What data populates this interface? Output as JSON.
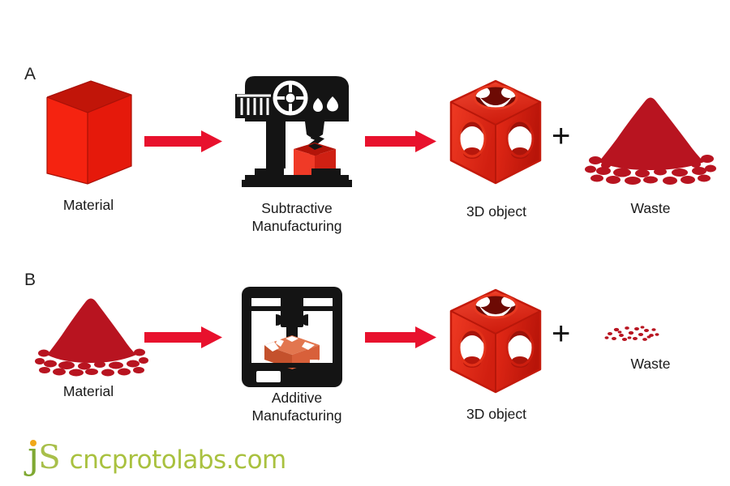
{
  "figure": {
    "background": "#ffffff",
    "accent_red": "#e8112d",
    "object_red": "#ea2318",
    "powder_red": "#b81420",
    "machine_black": "#1a1a1a",
    "print_orange": "#d96036",
    "text_color": "#1a1a1a"
  },
  "rows": [
    {
      "id": "row-a",
      "label": "A",
      "steps": [
        {
          "name": "material-block",
          "icon": "solid-cube-icon",
          "caption": "Material"
        },
        {
          "name": "subtractive-machine",
          "icon": "cnc-milling-machine-icon",
          "caption": "Subtractive\nManufacturing"
        },
        {
          "name": "output-object",
          "icon": "holed-cube-icon",
          "caption": "3D object"
        },
        {
          "name": "waste-output",
          "icon": "large-powder-pile-icon",
          "caption": "Waste"
        }
      ],
      "operators": {
        "plus": "+"
      },
      "arrows": [
        {
          "name": "arrow-material-to-machine"
        },
        {
          "name": "arrow-machine-to-object"
        }
      ]
    },
    {
      "id": "row-b",
      "label": "B",
      "steps": [
        {
          "name": "material-powder",
          "icon": "powder-pile-icon",
          "caption": "Material"
        },
        {
          "name": "additive-machine",
          "icon": "3d-printer-icon",
          "caption": "Additive\nManufacturing"
        },
        {
          "name": "output-object",
          "icon": "holed-cube-icon",
          "caption": "3D object"
        },
        {
          "name": "waste-output",
          "icon": "small-powder-specks-icon",
          "caption": "Waste"
        }
      ],
      "operators": {
        "plus": "+"
      },
      "arrows": [
        {
          "name": "arrow-material-to-printer"
        },
        {
          "name": "arrow-printer-to-object"
        }
      ]
    }
  ],
  "footer": {
    "logo_j": "j",
    "logo_s": "S",
    "site": "cncprotolabs.com"
  }
}
